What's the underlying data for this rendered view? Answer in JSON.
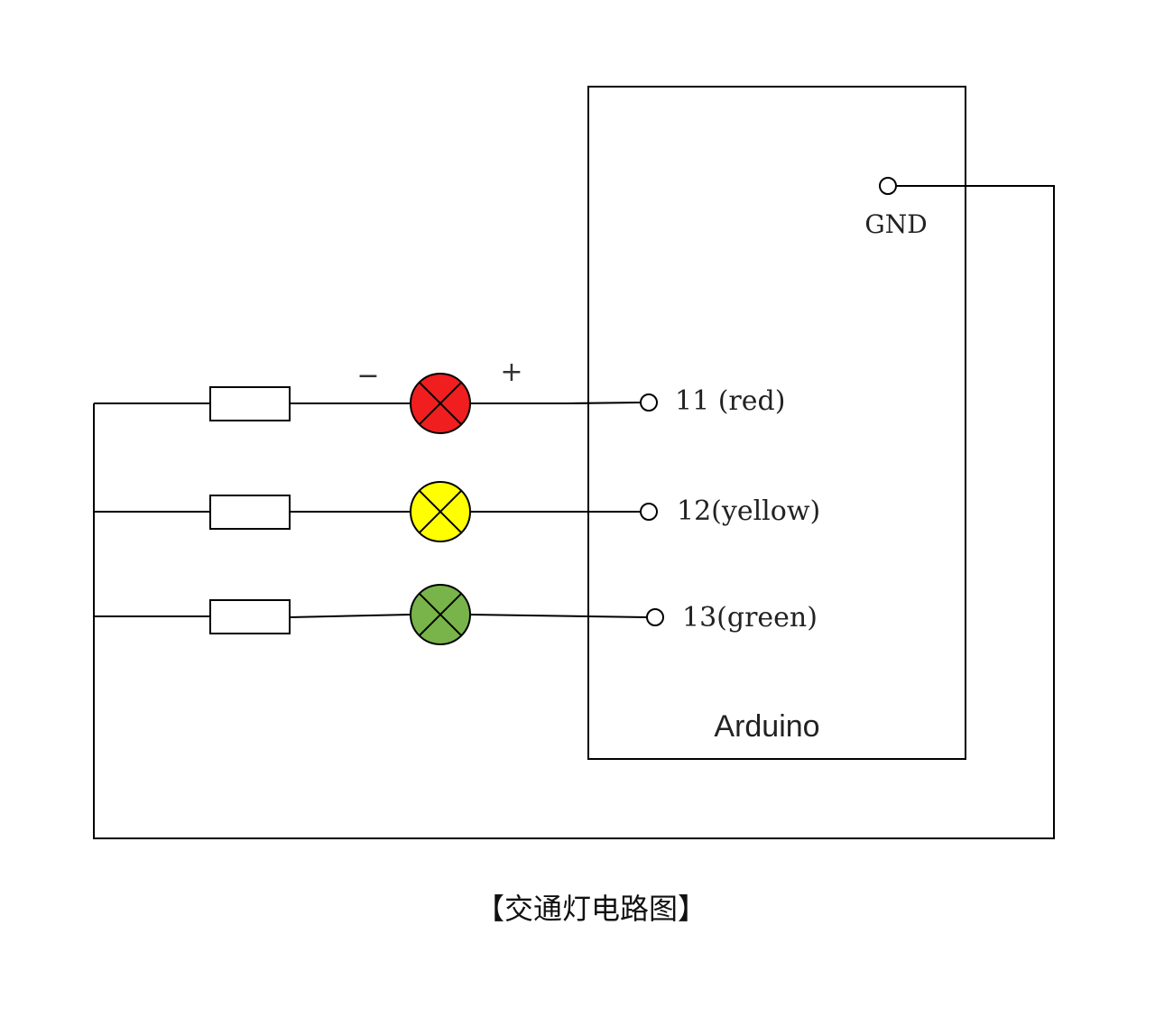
{
  "board": {
    "label": "Arduino"
  },
  "gnd": {
    "label": "GND"
  },
  "polarity": {
    "minus": "−",
    "plus": "+"
  },
  "lamps": [
    {
      "pin_label": "11 (red)",
      "color": "#f01e1e"
    },
    {
      "pin_label": "12(yellow)",
      "color": "#ffff00"
    },
    {
      "pin_label": "13(green)",
      "color": "#78b44a"
    }
  ],
  "caption": "【交通灯电路图】"
}
